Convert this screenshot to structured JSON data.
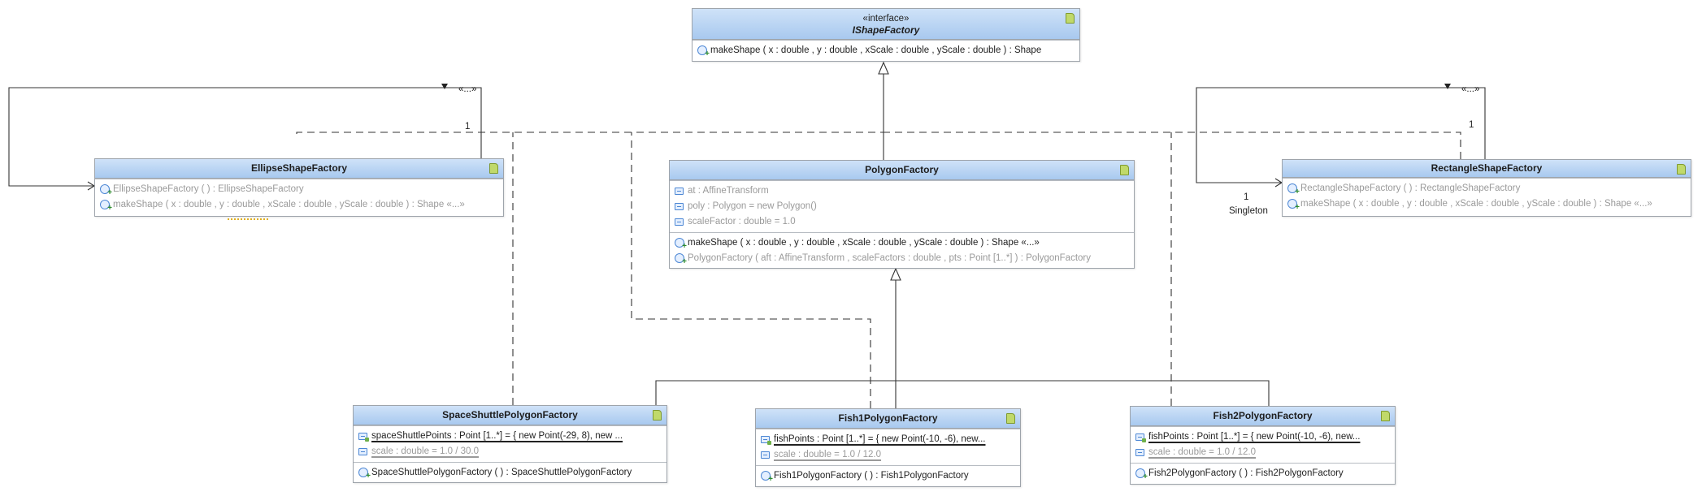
{
  "classes": {
    "ishapefactory": {
      "stereotype": "«interface»",
      "name": "IShapeFactory",
      "operations": [
        "makeShape ( x : double , y : double , xScale : double , yScale : double ) : Shape"
      ]
    },
    "ellipse": {
      "name": "EllipseShapeFactory",
      "operations": [
        "EllipseShapeFactory ( ) : EllipseShapeFactory",
        "makeShape ( x : double , y : double , xScale : double , yScale : double ) : Shape «...»"
      ]
    },
    "polygon": {
      "name": "PolygonFactory",
      "attributes": [
        "at : AffineTransform",
        "poly : Polygon = new Polygon()",
        "scaleFactor : double = 1.0"
      ],
      "operations": [
        "makeShape ( x : double , y : double , xScale : double , yScale : double ) : Shape «...»",
        "PolygonFactory ( aft : AffineTransform , scaleFactors : double , pts : Point [1..*] ) : PolygonFactory"
      ]
    },
    "rectangle": {
      "name": "RectangleShapeFactory",
      "operations": [
        "RectangleShapeFactory ( ) : RectangleShapeFactory",
        "makeShape ( x : double , y : double , xScale : double , yScale : double ) : Shape «...»"
      ]
    },
    "spaceshuttle": {
      "name": "SpaceShuttlePolygonFactory",
      "attributes": [
        "spaceShuttlePoints : Point [1..*] = { new Point(-29, 8), new ...",
        "scale : double = 1.0 / 30.0"
      ],
      "operations": [
        "SpaceShuttlePolygonFactory ( ) : SpaceShuttlePolygonFactory"
      ]
    },
    "fish1": {
      "name": "Fish1PolygonFactory",
      "attributes": [
        "fishPoints : Point [1..*] = { new Point(-10, -6), new...",
        "scale : double = 1.0 / 12.0"
      ],
      "operations": [
        "Fish1PolygonFactory ( ) : Fish1PolygonFactory"
      ]
    },
    "fish2": {
      "name": "Fish2PolygonFactory",
      "attributes": [
        "fishPoints : Point [1..*] = { new Point(-10, -6), new...",
        "scale : double = 1.0 / 12.0"
      ],
      "operations": [
        "Fish2PolygonFactory ( ) : Fish2PolygonFactory"
      ]
    }
  },
  "edge_labels": {
    "ellipse_self_stereo": "«...»",
    "ellipse_self_mult": "1",
    "rect_self_stereo": "«...»",
    "rect_self_mult_top": "1",
    "rect_self_mult_bottom": "1",
    "rect_self_role": "Singleton"
  },
  "icons": {
    "class_file": "file-icon",
    "attribute": "attribute-icon",
    "operation": "operation-icon"
  },
  "colors": {
    "header_top": "#cfe2f8",
    "header_bottom": "#a8c9ef",
    "border": "#9ea4ab",
    "dim_text": "#9a9a9a",
    "line": "#333333"
  }
}
